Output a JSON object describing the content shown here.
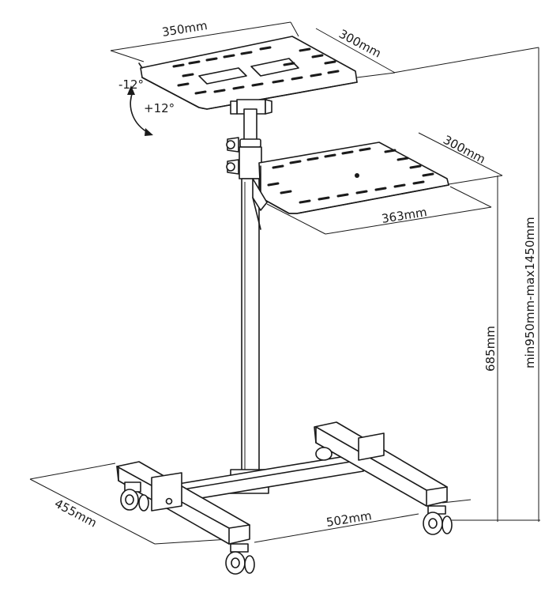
{
  "dimensions": {
    "top_width": "350mm",
    "top_depth": "300mm",
    "tilt_minus": "-12°",
    "tilt_plus": "+12°",
    "lower_depth": "300mm",
    "lower_width": "363mm",
    "lower_height": "685mm",
    "total_height": "min950mm-max1450mm",
    "base_depth": "455mm",
    "base_width": "502mm"
  },
  "colors": {
    "line": "#1a1a1a",
    "background": "#ffffff"
  }
}
